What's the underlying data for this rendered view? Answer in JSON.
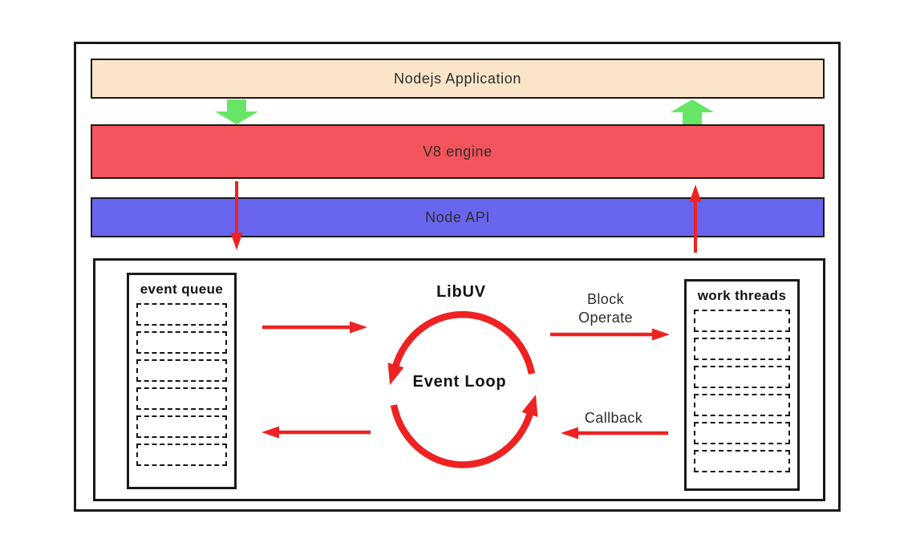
{
  "layers": {
    "nodejs_app": {
      "label": "Nodejs Application"
    },
    "v8_engine": {
      "label": "V8 engine"
    },
    "node_api": {
      "label": "Node API"
    }
  },
  "libuv": {
    "title": "LibUV",
    "event_loop_label": "Event Loop",
    "event_queue": {
      "title": "event queue",
      "slot_count": 6
    },
    "work_threads": {
      "title": "work threads",
      "slot_count": 6
    },
    "block_operate": {
      "line1": "Block",
      "line2": "Operate"
    },
    "callback_label": "Callback"
  },
  "colors": {
    "bar_app": "#fbe5c8",
    "bar_v8": "#f4545c",
    "bar_api": "#6865ee",
    "green_arrow": "#66e566",
    "red": "#ee2222",
    "outline": "#1a1a1a"
  }
}
